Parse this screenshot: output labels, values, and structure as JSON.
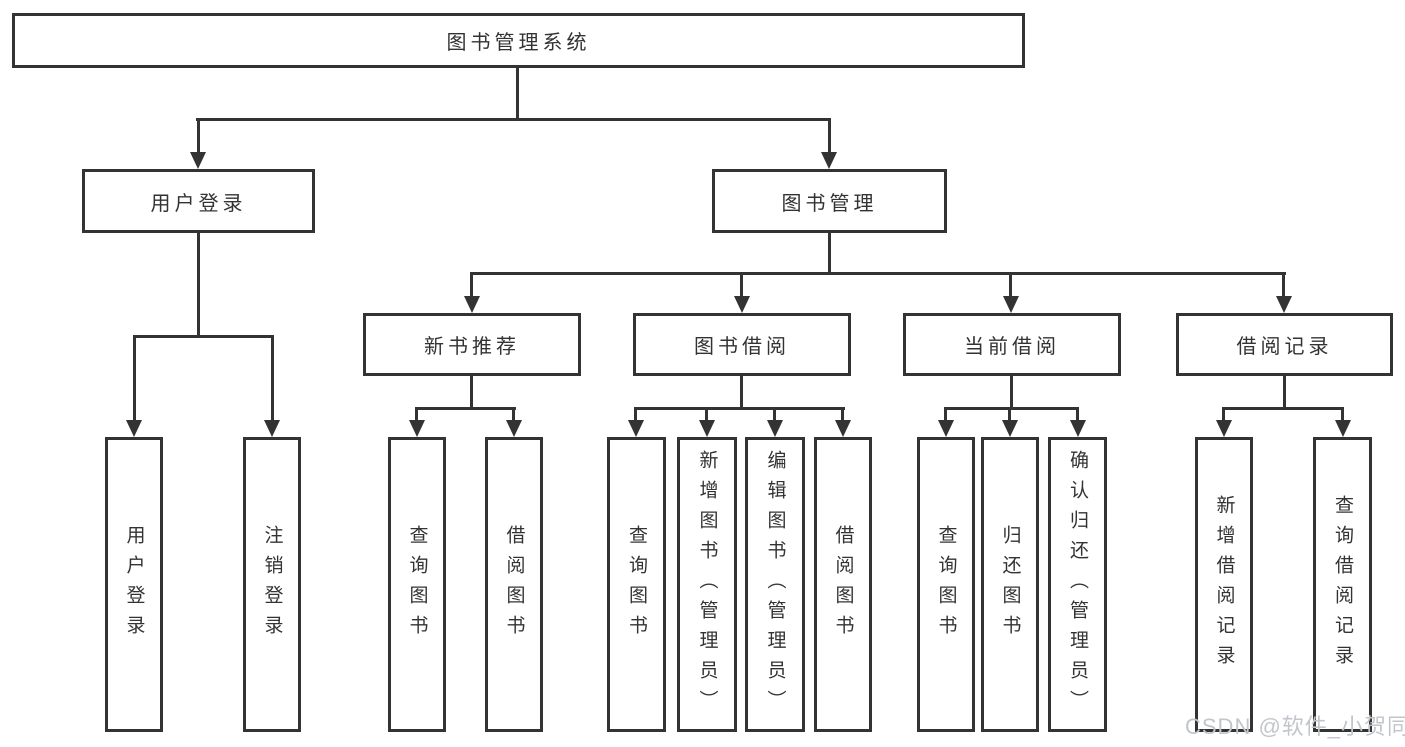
{
  "tree": {
    "root": "图书管理系统",
    "branches": [
      {
        "label": "用户登录",
        "children": [
          "用户登录",
          "注销登录"
        ]
      },
      {
        "label": "图书管理",
        "sections": [
          {
            "label": "新书推荐",
            "children": [
              "查询图书",
              "借阅图书"
            ]
          },
          {
            "label": "图书借阅",
            "children": [
              "查询图书",
              "新增图书（管理员）",
              "编辑图书（管理员）",
              "借阅图书"
            ]
          },
          {
            "label": "当前借阅",
            "children": [
              "查询图书",
              "归还图书",
              "确认归还（管理员）"
            ]
          },
          {
            "label": "借阅记录",
            "children": [
              "新增借阅记录",
              "查询借阅记录"
            ]
          }
        ]
      }
    ]
  },
  "watermark": "CSDN @软件_小贺同学",
  "colors": {
    "line": "#333333",
    "text": "#333333",
    "watermark": "#c2c6cc",
    "background": "#ffffff"
  }
}
